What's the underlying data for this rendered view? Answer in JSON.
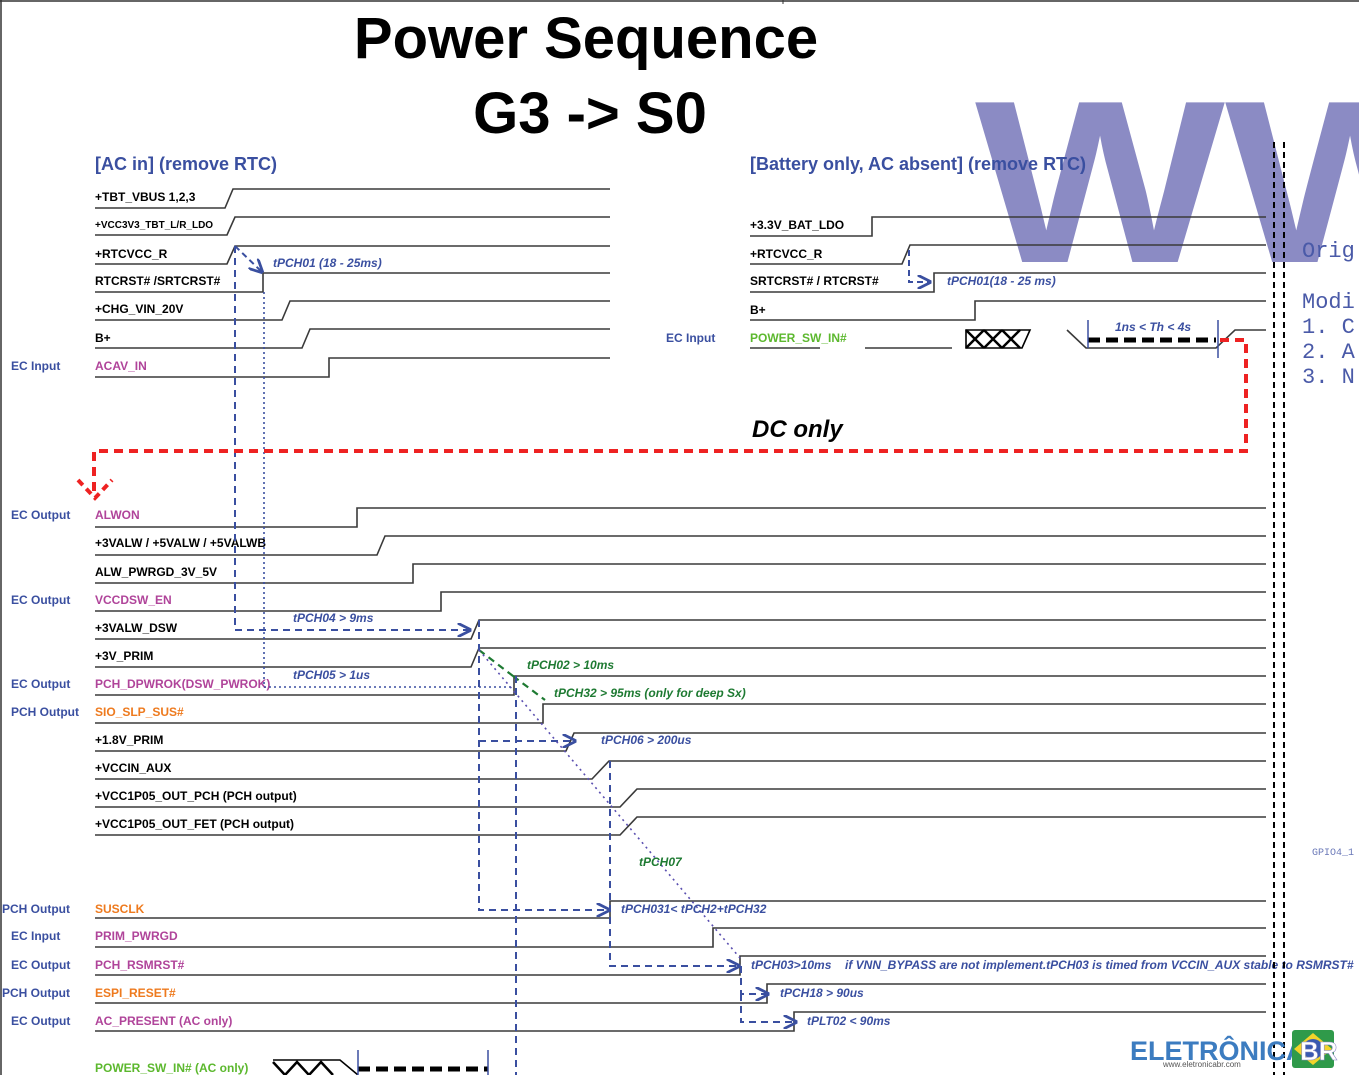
{
  "title": {
    "line1": "Power Sequence",
    "line2": "G3 -> S0"
  },
  "colors": {
    "signal_black": "#000000",
    "signal_magenta": "#b0449a",
    "signal_orange": "#ee7a1e",
    "signal_green": "#5cb82e",
    "role_blue": "#3a4fa0",
    "timing_blue": "#3a4fa0",
    "timing_green": "#1e7a32",
    "dc_only_red": "#ee2222",
    "watermark": "#8b8bc4"
  },
  "sections": {
    "ac_in": "[AC in] (remove RTC)",
    "battery_only": "[Battery only, AC absent] (remove RTC)",
    "dc_only": "DC only"
  },
  "ac_signals": [
    {
      "name": "+TBT_VBUS 1,2,3",
      "role": "",
      "color": "black"
    },
    {
      "name": "+VCC3V3_TBT_L/R_LDO",
      "role": "",
      "color": "black",
      "small": true
    },
    {
      "name": "+RTCVCC_R",
      "role": "",
      "color": "black"
    },
    {
      "name": "RTCRST# /SRTCRST#",
      "role": "",
      "color": "black"
    },
    {
      "name": "+CHG_VIN_20V",
      "role": "",
      "color": "black"
    },
    {
      "name": "B+",
      "role": "",
      "color": "black"
    },
    {
      "name": "ACAV_IN",
      "role": "EC Input",
      "color": "magenta"
    }
  ],
  "battery_signals": [
    {
      "name": "+3.3V_BAT_LDO",
      "role": "",
      "color": "black"
    },
    {
      "name": "+RTCVCC_R",
      "role": "",
      "color": "black"
    },
    {
      "name": "SRTCRST# / RTCRST#",
      "role": "",
      "color": "black"
    },
    {
      "name": "B+",
      "role": "",
      "color": "black"
    },
    {
      "name": "POWER_SW_IN#",
      "role": "EC Input",
      "color": "green"
    }
  ],
  "main_signals": [
    {
      "name": "ALWON",
      "role": "EC Output",
      "color": "magenta"
    },
    {
      "name": "+3VALW / +5VALW / +5VALWB",
      "role": "",
      "color": "black"
    },
    {
      "name": "ALW_PWRGD_3V_5V",
      "role": "",
      "color": "black"
    },
    {
      "name": "VCCDSW_EN",
      "role": "EC Output",
      "color": "magenta"
    },
    {
      "name": "+3VALW_DSW",
      "role": "",
      "color": "black"
    },
    {
      "name": "+3V_PRIM",
      "role": "",
      "color": "black"
    },
    {
      "name": "PCH_DPWROK(DSW_PWROK)",
      "role": "EC Output",
      "color": "magenta"
    },
    {
      "name": "SIO_SLP_SUS#",
      "role": "PCH Output",
      "color": "orange"
    },
    {
      "name": "+1.8V_PRIM",
      "role": "",
      "color": "black"
    },
    {
      "name": "+VCCIN_AUX",
      "role": "",
      "color": "black"
    },
    {
      "name": "+VCC1P05_OUT_PCH (PCH output)",
      "role": "",
      "color": "black"
    },
    {
      "name": "+VCC1P05_OUT_FET (PCH output)",
      "role": "",
      "color": "black"
    },
    {
      "name": "SUSCLK",
      "role": "PCH Output",
      "color": "orange"
    },
    {
      "name": "PRIM_PWRGD",
      "role": "EC Input",
      "color": "magenta"
    },
    {
      "name": "PCH_RSMRST#",
      "role": "EC Output",
      "color": "magenta"
    },
    {
      "name": "ESPI_RESET#",
      "role": "PCH Output",
      "color": "orange"
    },
    {
      "name": "AC_PRESENT (AC only)",
      "role": "EC Output",
      "color": "magenta"
    },
    {
      "name": "POWER_SW_IN# (AC only)",
      "role": "",
      "color": "green"
    }
  ],
  "timings": {
    "tpch01_ac": "tPCH01 (18 - 25ms)",
    "tpch01_bat": "tPCH01(18 - 25 ms)",
    "th": "1ns < Th < 4s",
    "tpch04": "tPCH04 > 9ms",
    "tpch05": "tPCH05 > 1us",
    "tpch02": "tPCH02 > 10ms",
    "tpch32": "tPCH32 > 95ms (only for deep Sx)",
    "tpch06": "tPCH06 > 200us",
    "tpch07": "tPCH07",
    "tpch031": "tPCH031< tPCH2+tPCH32",
    "tpch03": "tPCH03>10ms",
    "tpch03_note": "if VNN_BYPASS are not implement.tPCH03 is timed from VCCIN_AUX stable to RSMRST#",
    "tpch18": "tPCH18 > 90us",
    "tplt02": "tPLT02 < 90ms"
  },
  "side_notes": {
    "orig": "Orig",
    "modi": "Modi",
    "items": [
      "1. C",
      "2. A",
      "3. N"
    ],
    "gpio": "GPIO4_1"
  },
  "watermark": {
    "text": "WW"
  },
  "logo": {
    "text": "ELETRÔNICA",
    "badge": "BR",
    "url": "www.eletronicabr.com"
  }
}
